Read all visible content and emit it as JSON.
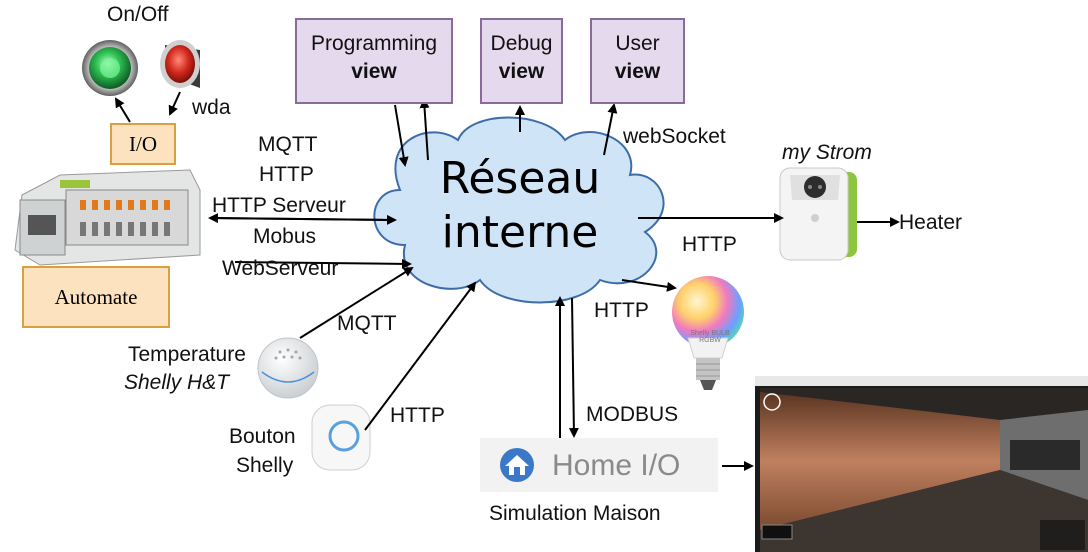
{
  "views": [
    {
      "line1": "Programming",
      "line2": "view"
    },
    {
      "line1": "Debug",
      "line2": "view"
    },
    {
      "line1": "User",
      "line2": "view"
    }
  ],
  "cloud": {
    "line1": "Réseau",
    "line2": "interne"
  },
  "labels": {
    "on_off": "On/Off",
    "wda": "wda",
    "io": "I/O",
    "automate": "Automate",
    "protocols_automate": [
      "MQTT",
      "HTTP",
      "HTTP Serveur",
      "Mobus",
      "WebServeur"
    ],
    "websocket": "webSocket",
    "my_strom": "my Strom",
    "heater": "Heater",
    "http_bulb_top": "HTTP",
    "http_bulb_arrow": "HTTP",
    "mqtt_temp": "MQTT",
    "temperature": "Temperature",
    "shelly_ht": "Shelly H&T",
    "http_button": "HTTP",
    "bouton": "Bouton",
    "shelly": "Shelly",
    "modbus": "MODBUS",
    "home_io": "Home I/O",
    "simulation_maison": "Simulation Maison",
    "bulb_brand": "Shelly BULB",
    "bulb_model": "RGBW"
  },
  "colors": {
    "view_fill": "#e5d9ee",
    "view_border": "#8a6a9a",
    "cloud_fill": "#cfe4f7",
    "cloud_stroke": "#3c6da8",
    "orange_fill": "#fde2c0",
    "orange_border": "#d9a040",
    "button_green": "#27b04a",
    "button_red": "#d42a1e",
    "plug_green": "#8cc63f",
    "home_io_blue": "#3b78c7"
  }
}
